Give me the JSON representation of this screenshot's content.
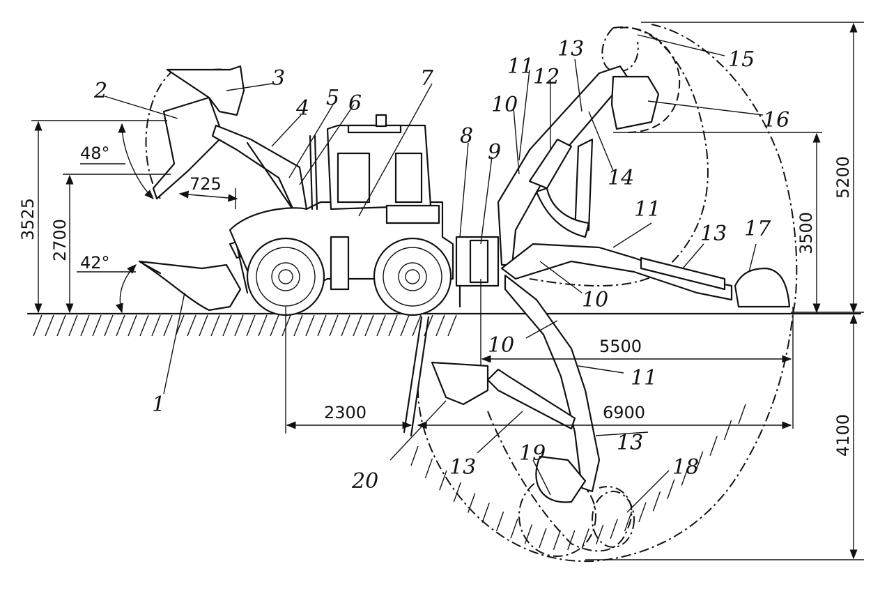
{
  "labels": {
    "n1": "1",
    "n2": "2",
    "n3": "3",
    "n4": "4",
    "n5": "5",
    "n6": "6",
    "n7": "7",
    "n8": "8",
    "n9": "9",
    "n10a": "10",
    "n10b": "10",
    "n10c": "10",
    "n11a": "11",
    "n11b": "11",
    "n11c": "11",
    "n12": "12",
    "n13a": "13",
    "n13b": "13",
    "n13c": "13",
    "n13d": "13",
    "n14": "14",
    "n15": "15",
    "n16": "16",
    "n17": "17",
    "n18": "18",
    "n19": "19",
    "n20": "20"
  },
  "dimensions": {
    "d3525": "3525",
    "d2700": "2700",
    "d725": "725",
    "a48": "48°",
    "a42": "42°",
    "d2300": "2300",
    "d5500": "5500",
    "d6900": "6900",
    "d5200": "5200",
    "d3500": "3500",
    "d4100": "4100"
  }
}
